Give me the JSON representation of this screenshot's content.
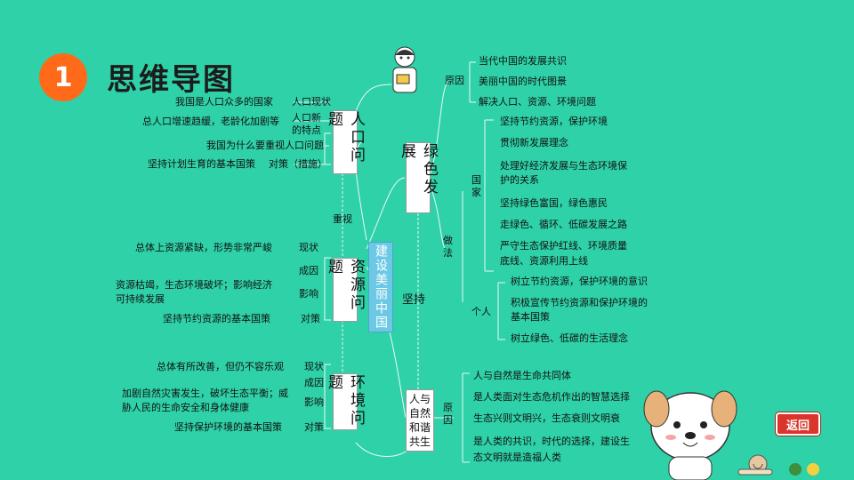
{
  "badge": "1",
  "title": "思维导图",
  "center": "建设美丽中国",
  "branches": {
    "population": "人口问题",
    "resource": "资源问题",
    "environment": "环境问题",
    "green": "绿色发展",
    "harmony": "人与自然和谐共生"
  },
  "connectors": {
    "zhongshi": "重视",
    "jianchi": "坚持",
    "pop_label": "人口新的特点",
    "pop_label2": "人口现状",
    "pop_policy": "对策（措施）",
    "res_status": "现状",
    "res_cause": "成因",
    "res_effect": "影响",
    "res_policy": "对策",
    "env_status": "现状",
    "env_cause": "成因",
    "env_effect": "影响",
    "env_policy": "对策",
    "reason": "原因",
    "method": "做法",
    "country": "国家",
    "personal": "个人",
    "reason2": "原因"
  },
  "population_items": [
    "我国是人口众多的国家",
    "总人口增速趋缓，老龄化加剧等",
    "我国为什么要重视人口问题",
    "坚持计划生育的基本国策"
  ],
  "resource_items": [
    "总体上资源紧缺，形势非常严峻",
    "资源枯竭，生态环境破坏；影响经济",
    "可持续发展",
    "坚持节约资源的基本国策"
  ],
  "environment_items": [
    "总体有所改善，但仍不容乐观",
    "加剧自然灾害发生，破坏生态平衡；威",
    "胁人民的生命安全和身体健康",
    "坚持保护环境的基本国策"
  ],
  "green_reasons": [
    "当代中国的发展共识",
    "美丽中国的时代图景",
    "解决人口、资源、环境问题"
  ],
  "green_country": [
    "坚持节约资源，保护环境",
    "贯彻新发展理念",
    "处理好经济发展与生态环境保",
    "护的关系",
    "坚持绿色富国，绿色惠民",
    "走绿色、循环、低碳发展之路",
    "严守生态保护红线、环境质量",
    "底线、资源利用上线"
  ],
  "green_personal": [
    "树立节约资源，保护环境的意识",
    "积极宣传节约资源和保护环境的",
    "基本国策",
    "树立绿色、低碳的生活理念"
  ],
  "harmony_reasons": [
    "人与自然是生命共同体",
    "是人类面对生态危机作出的智慧选择",
    "生态兴则文明兴，生态衰则文明衰",
    "是人类的共识，时代的选择，建设生",
    "态文明就是造福人类"
  ],
  "back_button": "返回",
  "colors": {
    "background": "#2fd1a8",
    "badge": "#ff6a1a",
    "center": "#6cc9e6",
    "back": "#d9352b"
  }
}
